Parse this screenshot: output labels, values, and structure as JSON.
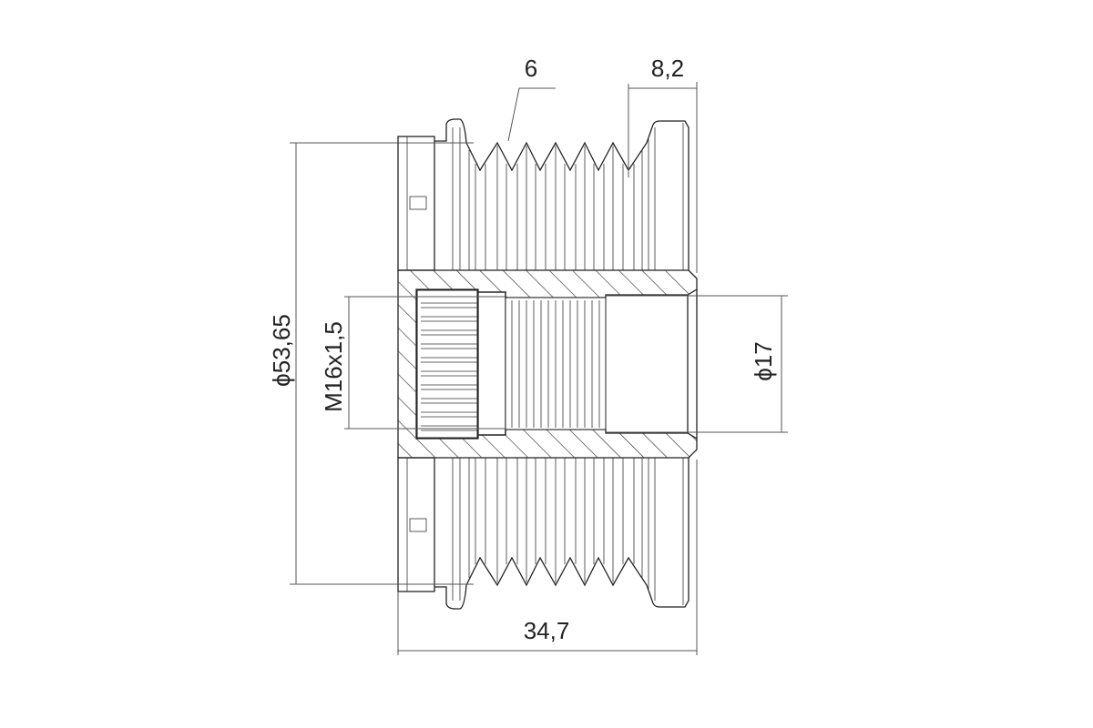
{
  "drawing": {
    "title": "Overrunning alternator pulley - section drawing",
    "line_color": "#222222",
    "dimensions": {
      "groove_count": "6",
      "flange_width": "8,2",
      "outer_diameter": "ϕ53,65",
      "thread": "M16x1,5",
      "bore_diameter": "ϕ17",
      "overall_length": "34,7"
    }
  }
}
